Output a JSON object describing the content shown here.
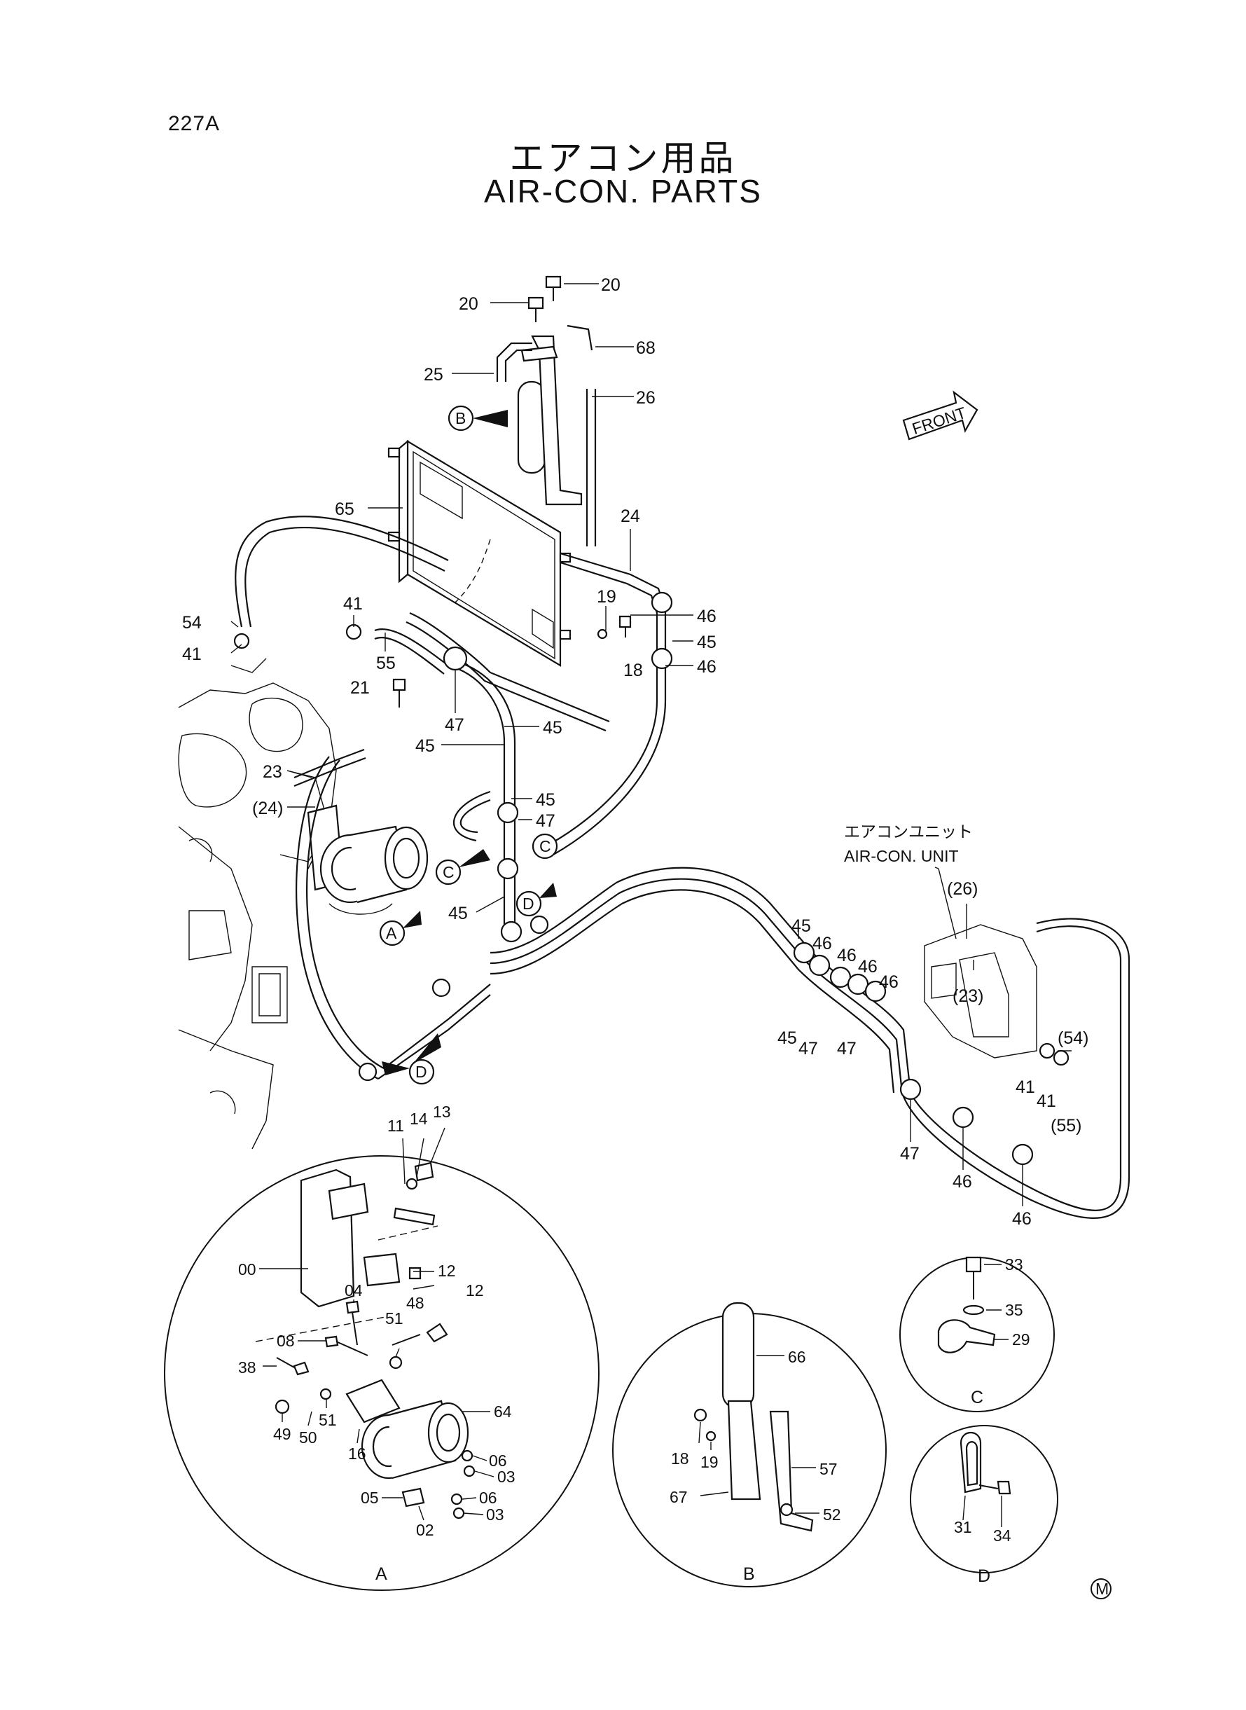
{
  "page_code": "227A",
  "title_jp": "エアコン用品",
  "title_en": "AIR-CON. PARTS",
  "front_label": "FRONT",
  "unit_label_jp": "エアコンユニット",
  "unit_label_en": "AIR-CON. UNIT",
  "mark": "M",
  "detail_captions": [
    "A",
    "B",
    "C",
    "D"
  ],
  "main_callouts": [
    "20",
    "20",
    "68",
    "25",
    "26",
    "65",
    "24",
    "19",
    "18",
    "46",
    "45",
    "46",
    "54",
    "41",
    "41",
    "55",
    "21",
    "47",
    "45",
    "45",
    "23",
    "(24)",
    "45",
    "47",
    "45",
    "C",
    "C",
    "D",
    "A",
    "B",
    "D",
    "(26)",
    "(23)",
    "(54)",
    "41",
    "41",
    "(55)",
    "45",
    "46",
    "46",
    "46",
    "46",
    "45",
    "47",
    "47",
    "47",
    "46",
    "46"
  ],
  "detail_a_callouts": [
    "11",
    "14",
    "13",
    "00",
    "12",
    "12",
    "04",
    "48",
    "51",
    "08",
    "38",
    "49",
    "50",
    "51",
    "16",
    "64",
    "06",
    "03",
    "05",
    "06",
    "03",
    "02"
  ],
  "detail_b_callouts": [
    "66",
    "18",
    "19",
    "57",
    "67",
    "52"
  ],
  "detail_c_callouts": [
    "33",
    "35",
    "29"
  ],
  "detail_d_callouts": [
    "31",
    "34"
  ]
}
